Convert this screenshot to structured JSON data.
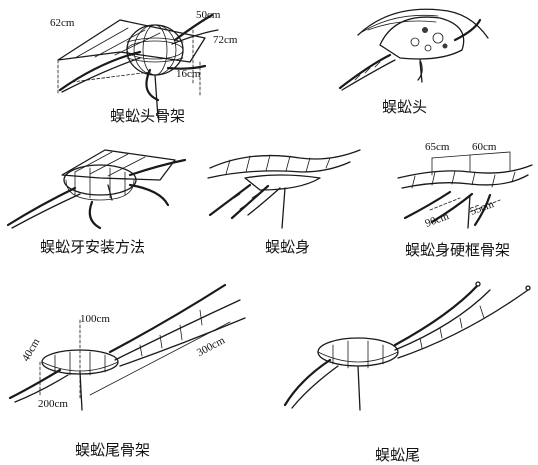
{
  "panels": {
    "head_frame": {
      "caption": "蜈蚣头骨架",
      "dims": {
        "d1": "62cm",
        "d2": "50cm",
        "d3": "72cm",
        "d4": "16cm"
      }
    },
    "head": {
      "caption": "蜈蚣头"
    },
    "fang": {
      "caption": "蜈蚣牙安装方法"
    },
    "body": {
      "caption": "蜈蚣身"
    },
    "body_frame": {
      "caption": "蜈蚣身硬框骨架",
      "dims": {
        "d1": "65cm",
        "d2": "60cm",
        "d3": "90cm",
        "d4": "55cm"
      }
    },
    "tail_frame": {
      "caption": "蜈蚣尾骨架",
      "dims": {
        "d1": "100cm",
        "d2": "40cm",
        "d3": "300cm",
        "d4": "200cm"
      }
    },
    "tail": {
      "caption": "蜈蚣尾"
    }
  }
}
